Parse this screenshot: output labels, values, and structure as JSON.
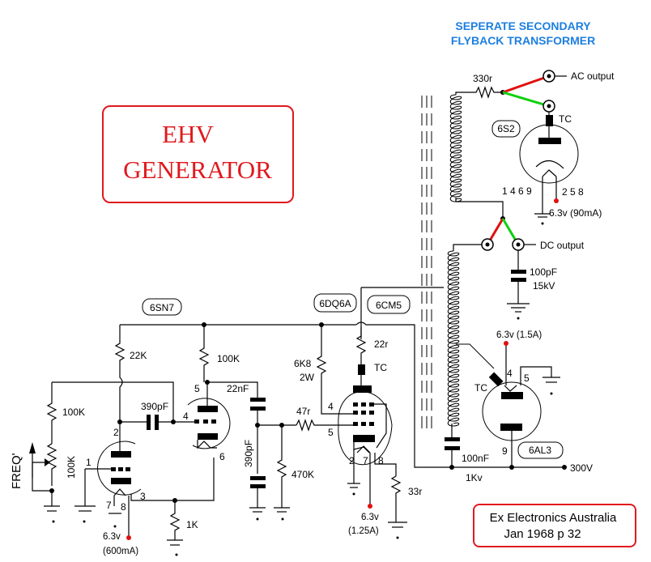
{
  "header": {
    "line1": "SEPERATE SECONDARY",
    "line2": "FLYBACK TRANSFORMER"
  },
  "title_box": {
    "line1": "EHV",
    "line2": "GENERATOR"
  },
  "reference": {
    "line1": "Ex Electronics Australia",
    "line2": "Jan 1968 p 32"
  },
  "colors": {
    "title_red": "#e0191e",
    "header_blue": "#1e7fe0",
    "wire_red": "#e01010",
    "wire_green": "#10d010",
    "heater_dot": "#e01010"
  },
  "tubes": {
    "t6sn7": "6SN7",
    "t6dq6a": "6DQ6A",
    "t6cm5": "6CM5",
    "t6s2": "6S2",
    "t6al3": "6AL3"
  },
  "outputs": {
    "ac": "AC output",
    "dc": "DC output",
    "supply": "300V"
  },
  "components": {
    "r330": "330r",
    "r22k": "22K",
    "r100k_a": "100K",
    "r100k_b": "100K",
    "pot100k": "100K",
    "r1k": "1K",
    "r470k": "470K",
    "r47": "47r",
    "r6k8_1": "6K8",
    "r6k8_2": "2W",
    "r22r": "22r",
    "r33r": "33r",
    "c390_a": "390pF",
    "c390_b": "390pF",
    "c22n": "22nF",
    "c100p_1": "100pF",
    "c100p_2": "15kV",
    "c100n_1": "100nF",
    "c100n_2": "1Kv"
  },
  "pins": {
    "tc": "TC",
    "s2_pins_left": "1 4 6 9",
    "s2_pins_right": "2 5 8",
    "p1": "1",
    "p2": "2",
    "p3": "3",
    "p4": "4",
    "p5": "5",
    "p6": "6",
    "p7": "7",
    "p8": "8",
    "p9": "9"
  },
  "heaters": {
    "s2": "6.3v (90mA)",
    "al3": "6.3v  (1.5A)",
    "dq6_v": "6.3v",
    "dq6_a": "(1.25A)",
    "sn7_v": "6.3v",
    "sn7_a": "(600mA)"
  },
  "controls": {
    "freq": "FREQ'"
  }
}
